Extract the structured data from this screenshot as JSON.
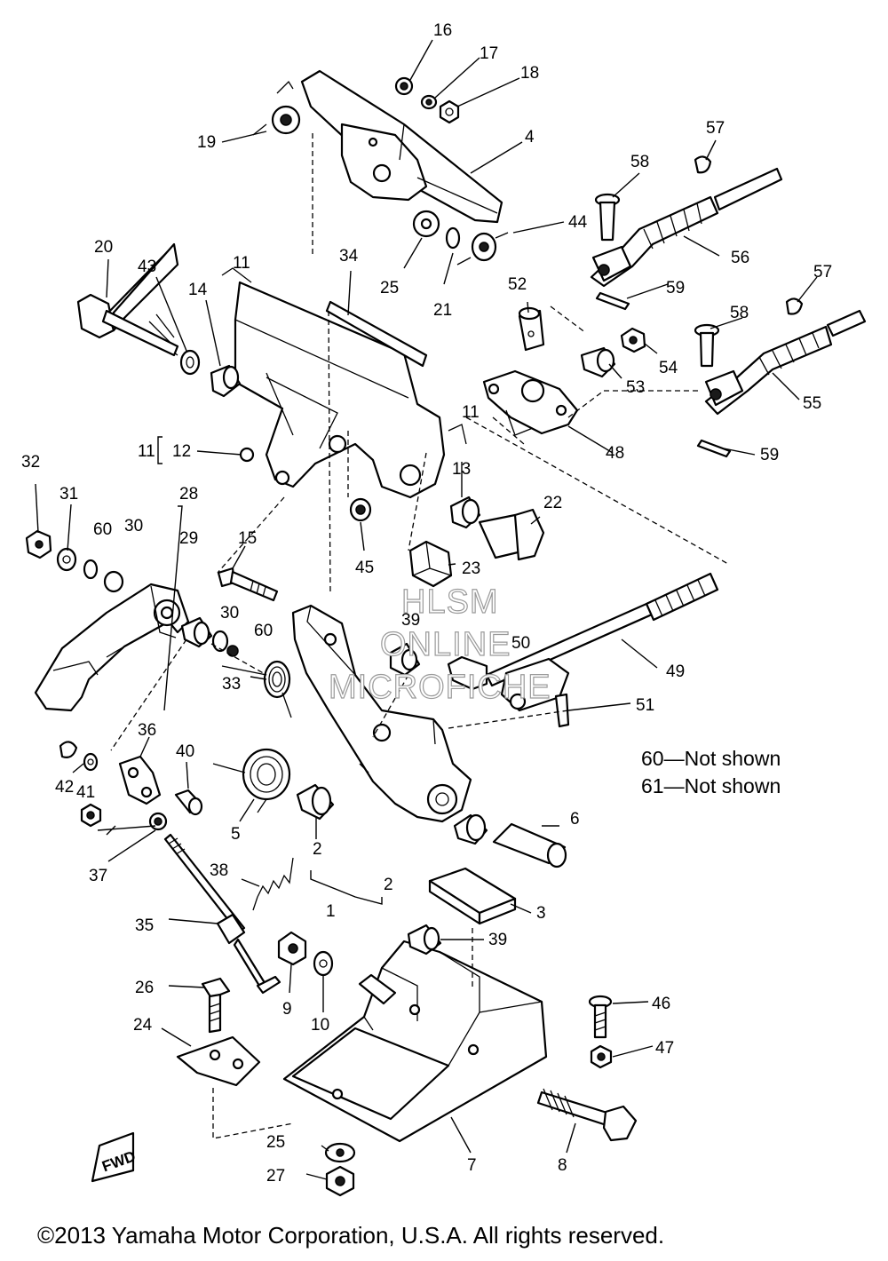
{
  "notes": [
    "60—Not shown",
    "61—Not shown"
  ],
  "watermark": [
    "HLSM",
    "ONLINE",
    "MICROFICHE"
  ],
  "copyright": "©2013 Yamaha Motor Corporation, U.S.A. All rights reserved.",
  "fwd_mark": "FWD",
  "callouts": [
    "16",
    "17",
    "18",
    "19",
    "4",
    "57",
    "58",
    "44",
    "56",
    "20",
    "43",
    "11",
    "34",
    "25",
    "21",
    "52",
    "59",
    "57",
    "58",
    "14",
    "54",
    "53",
    "55",
    "11",
    "48",
    "59",
    "11",
    "12",
    "13",
    "32",
    "31",
    "60",
    "30",
    "28",
    "29",
    "15",
    "22",
    "45",
    "23",
    "39",
    "50",
    "49",
    "30",
    "60",
    "51",
    "33",
    "36",
    "40",
    "60",
    "61",
    "6",
    "42",
    "41",
    "5",
    "2",
    "37",
    "38",
    "2",
    "3",
    "1",
    "35",
    "39",
    "26",
    "9",
    "10",
    "46",
    "24",
    "47",
    "25",
    "7",
    "8",
    "27"
  ]
}
